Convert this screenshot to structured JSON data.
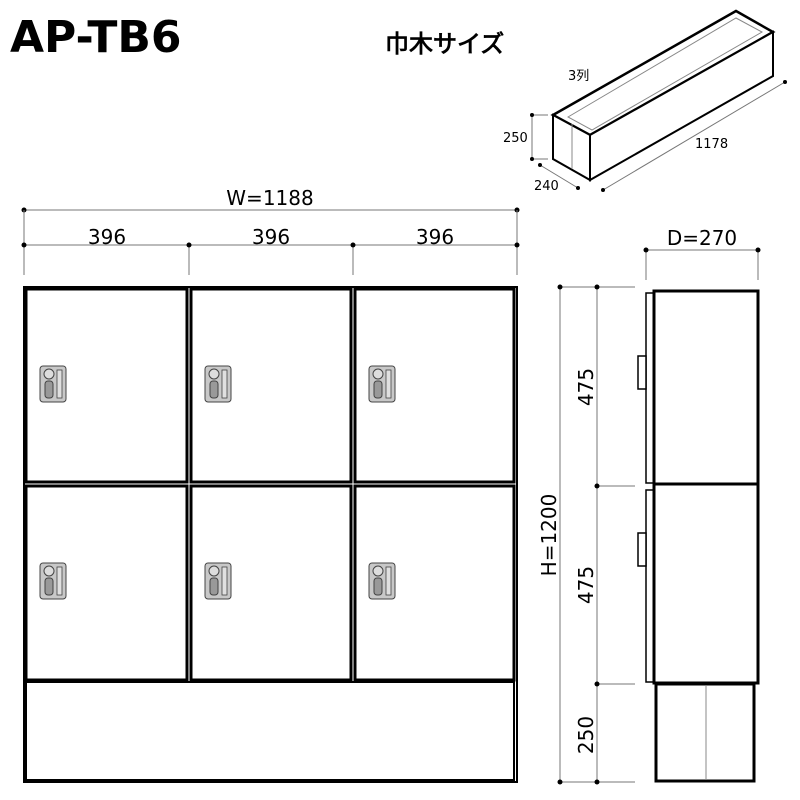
{
  "title": "AP-TB6",
  "plinth_heading": "巾木サイズ",
  "plinth": {
    "columns_label": "3列",
    "height": "250",
    "depth": "240",
    "length": "1178"
  },
  "front": {
    "width_label": "W=1188",
    "column_widths": [
      "396",
      "396",
      "396"
    ]
  },
  "side": {
    "depth_label": "D=270",
    "height_label": "H=1200",
    "row_heights": [
      "475",
      "475",
      "250"
    ]
  }
}
